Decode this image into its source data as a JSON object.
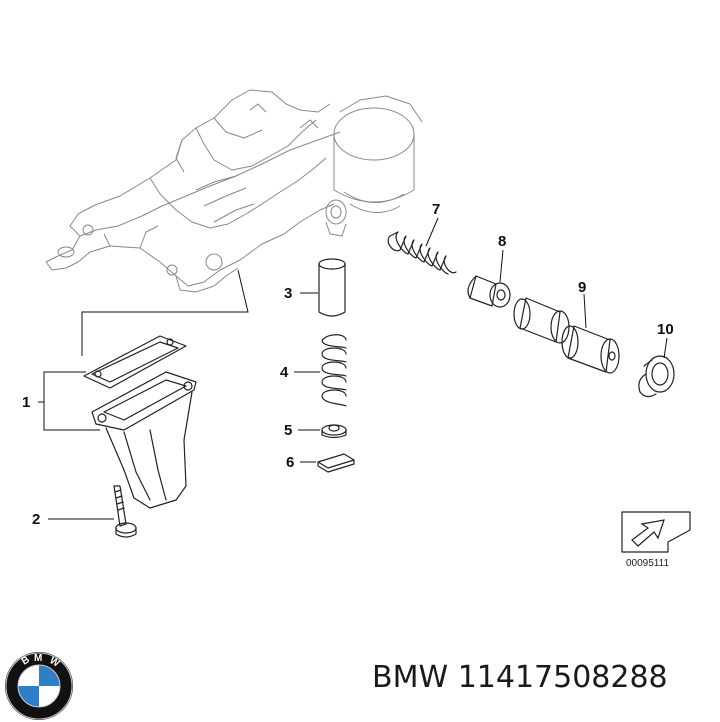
{
  "diagram": {
    "callouts": [
      "1",
      "2",
      "3",
      "4",
      "5",
      "6",
      "7",
      "8",
      "9",
      "10"
    ],
    "reference_code": "00095111"
  },
  "part_number": {
    "brand": "BMW",
    "number": "11417508288"
  },
  "logo": {
    "letters": "BMW",
    "colors": {
      "blue": "#2f7fc8",
      "white": "#ffffff",
      "ring": "#111111"
    }
  }
}
